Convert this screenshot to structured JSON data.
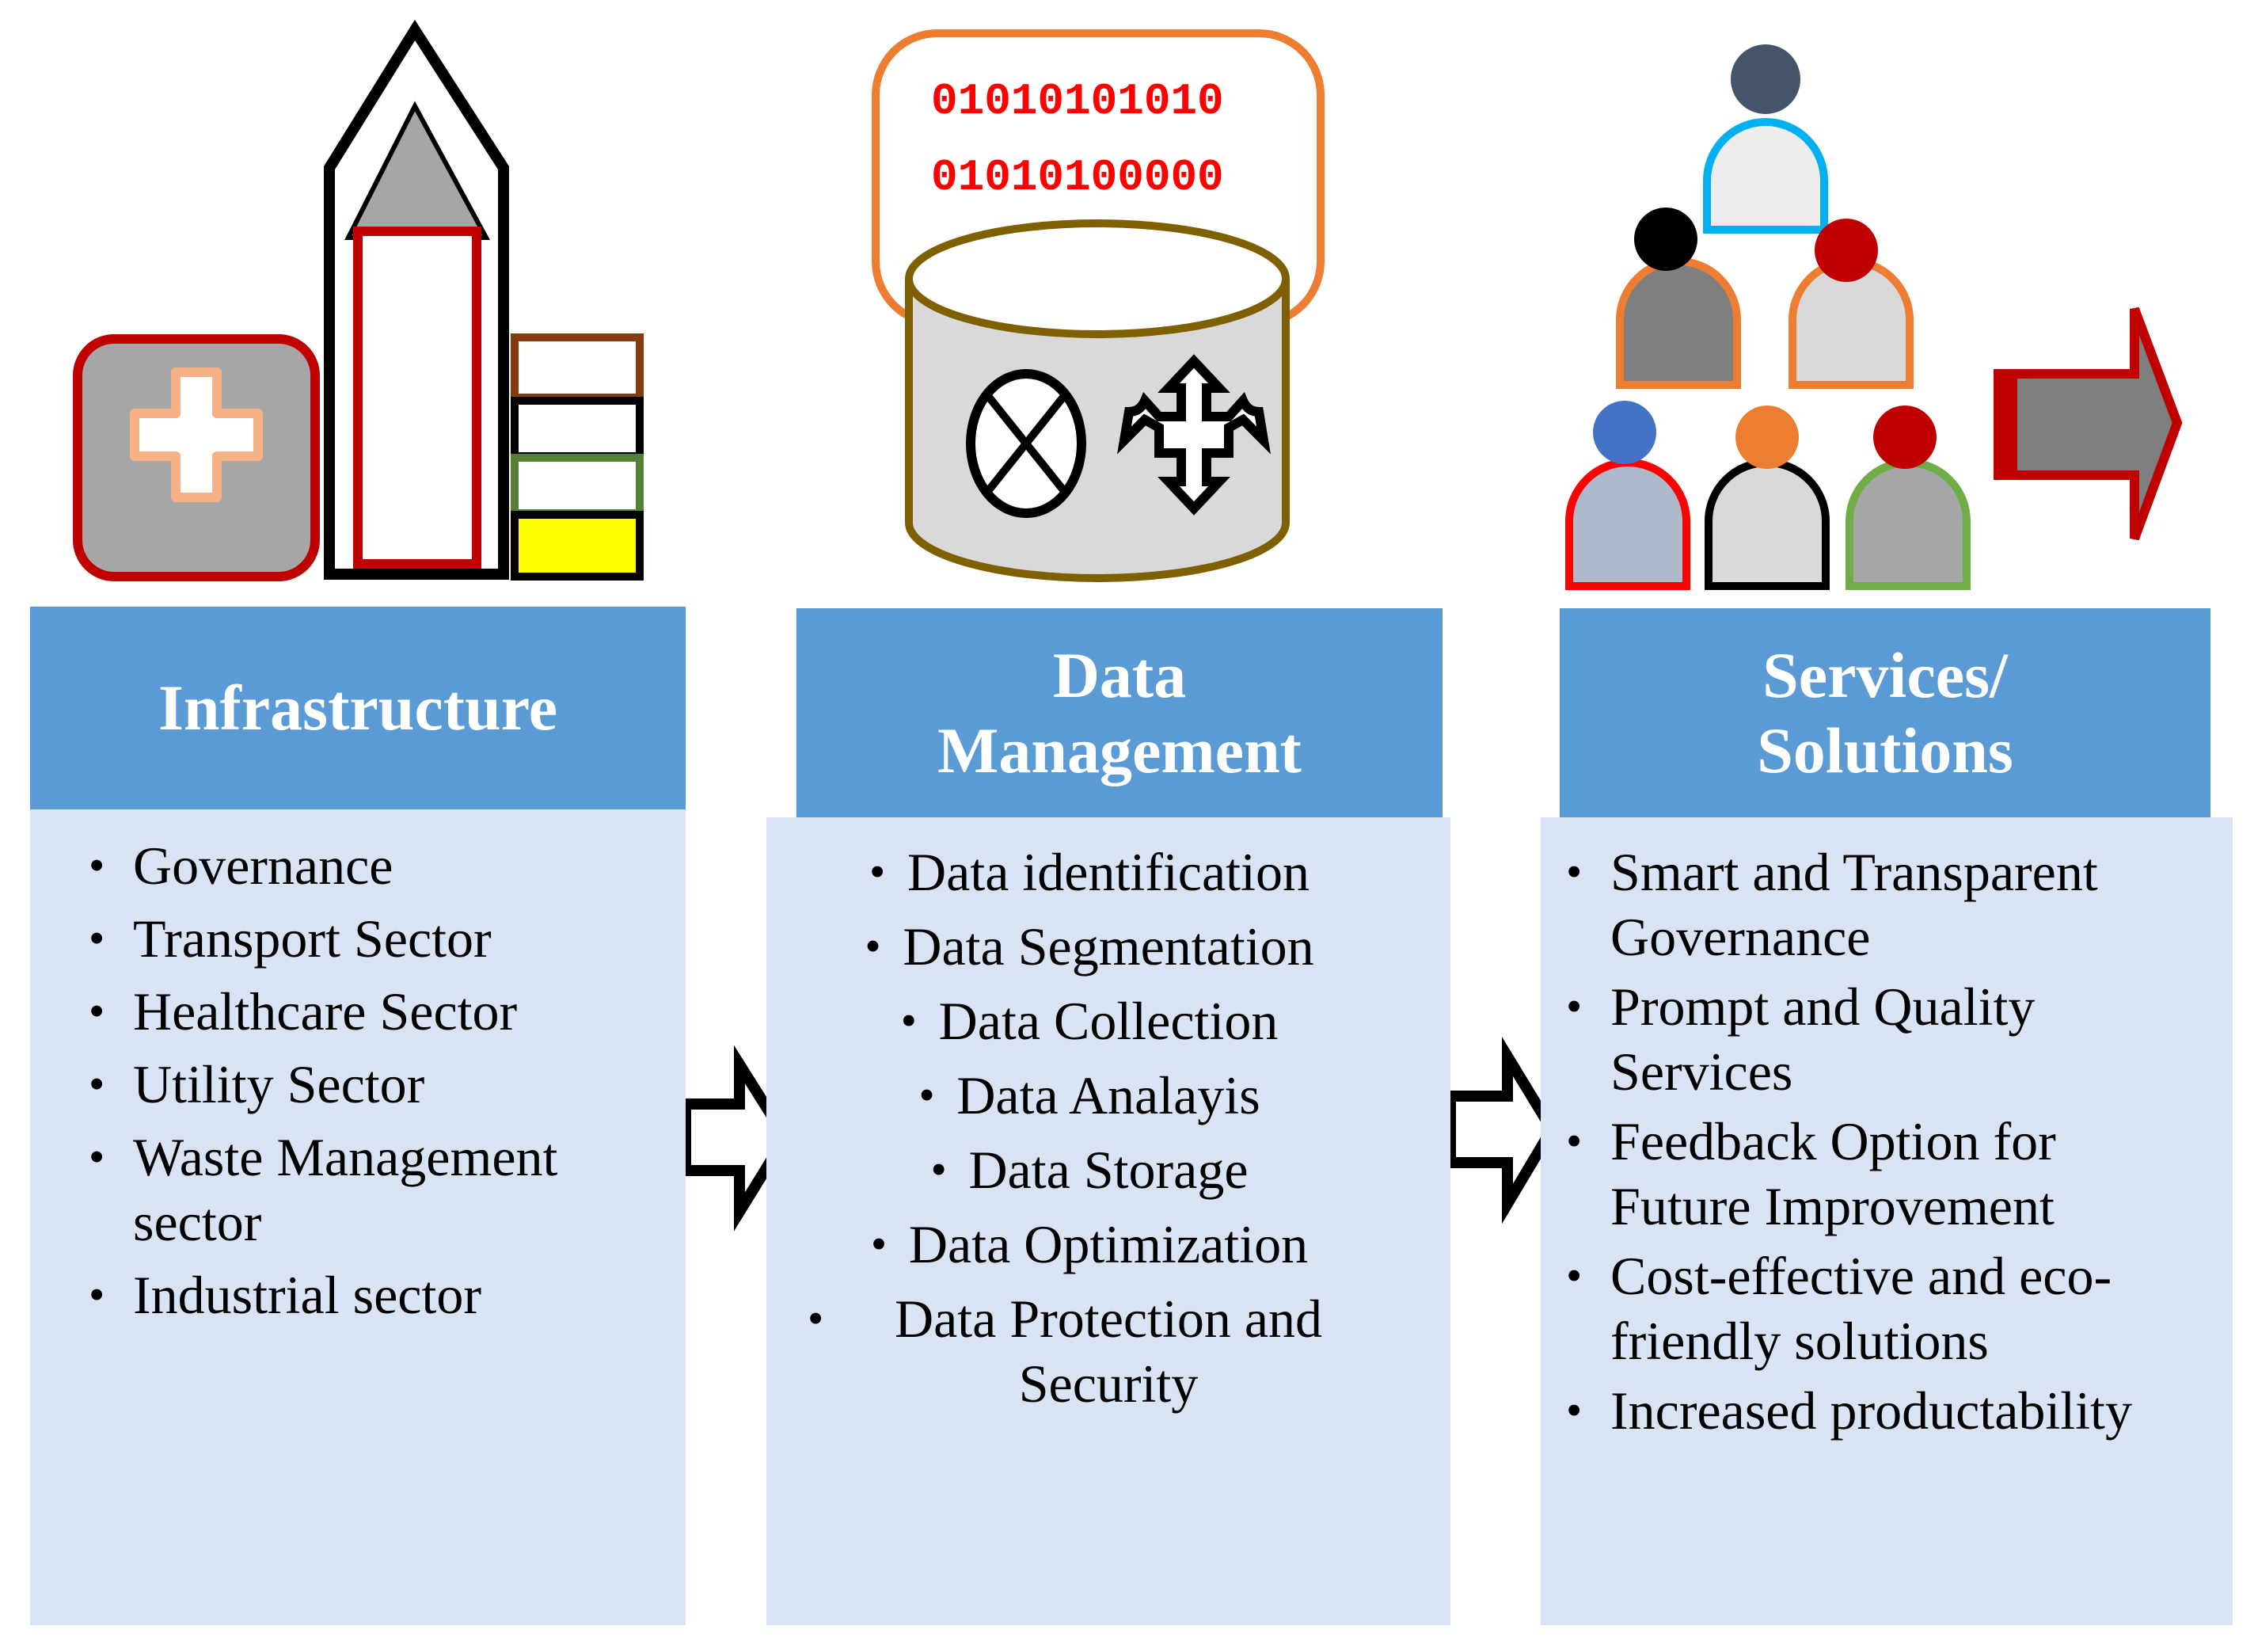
{
  "binary": {
    "line1": "01010101010",
    "line2": "01010100000"
  },
  "columns": [
    {
      "title_lines": [
        "Infrastructure"
      ],
      "items": [
        "Governance",
        "Transport Sector",
        "Healthcare Sector",
        "Utility Sector",
        "Waste Management sector",
        "Industrial sector"
      ]
    },
    {
      "title_lines": [
        "Data",
        "Management"
      ],
      "items": [
        "Data identification",
        "Data Segmentation",
        "Data Collection",
        "Data Analayis",
        "Data Storage",
        "Data Optimization",
        "Data Protection and Security"
      ]
    },
    {
      "title_lines": [
        "Services/",
        "Solutions"
      ],
      "items": [
        "Smart and Transparent Governance",
        "Prompt and Quality Services",
        "Feedback Option for Future Improvement",
        "Cost-effective and eco-friendly solutions",
        "Increased productability"
      ]
    }
  ],
  "colors": {
    "header_bg": "#5b9bd5",
    "panel_bg": "#dae3f3",
    "binary_text": "#ff0000",
    "accent_red": "#c00000"
  }
}
